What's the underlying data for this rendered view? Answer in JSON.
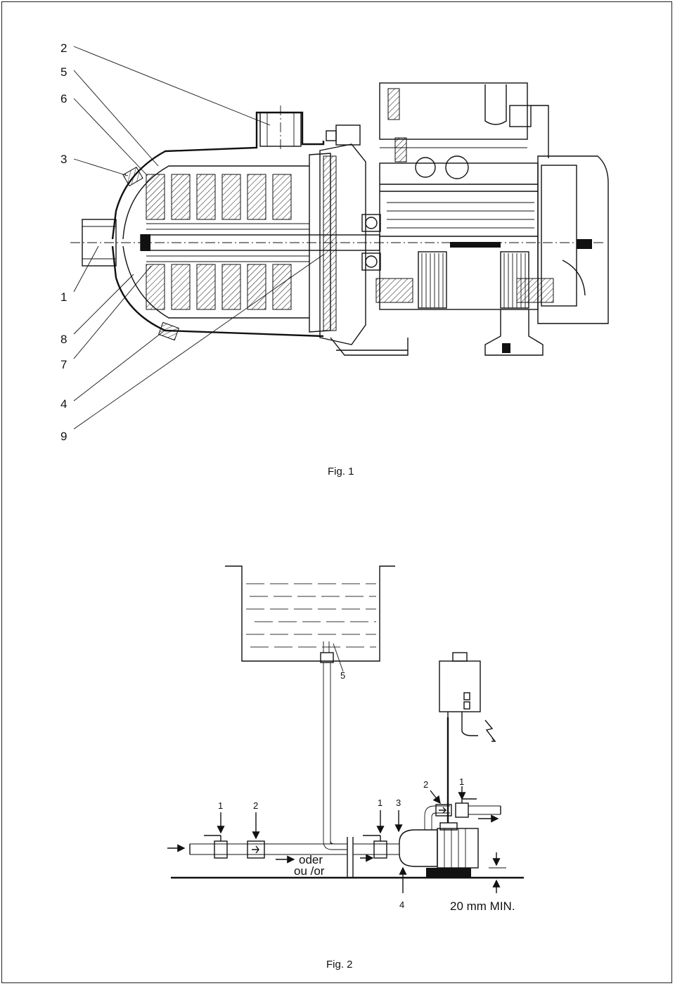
{
  "figure1": {
    "caption": "Fig. 1",
    "callouts": [
      {
        "id": "c2",
        "label": "2"
      },
      {
        "id": "c5",
        "label": "5"
      },
      {
        "id": "c6",
        "label": "6"
      },
      {
        "id": "c3",
        "label": "3"
      },
      {
        "id": "c1",
        "label": "1"
      },
      {
        "id": "c8",
        "label": "8"
      },
      {
        "id": "c7",
        "label": "7"
      },
      {
        "id": "c4",
        "label": "4"
      },
      {
        "id": "c9",
        "label": "9"
      }
    ]
  },
  "figure2": {
    "caption": "Fig. 2",
    "tank_label": "5",
    "left_valve_1": "1",
    "left_valve_2": "2",
    "pump_valve_1": "1",
    "pump_valve_3": "3",
    "pump_base_4": "4",
    "outlet_valve_2": "2",
    "outlet_valve_1": "1",
    "alt_text_1": "oder",
    "alt_text_2": "ou /or",
    "clearance_note": "20 mm MIN."
  }
}
